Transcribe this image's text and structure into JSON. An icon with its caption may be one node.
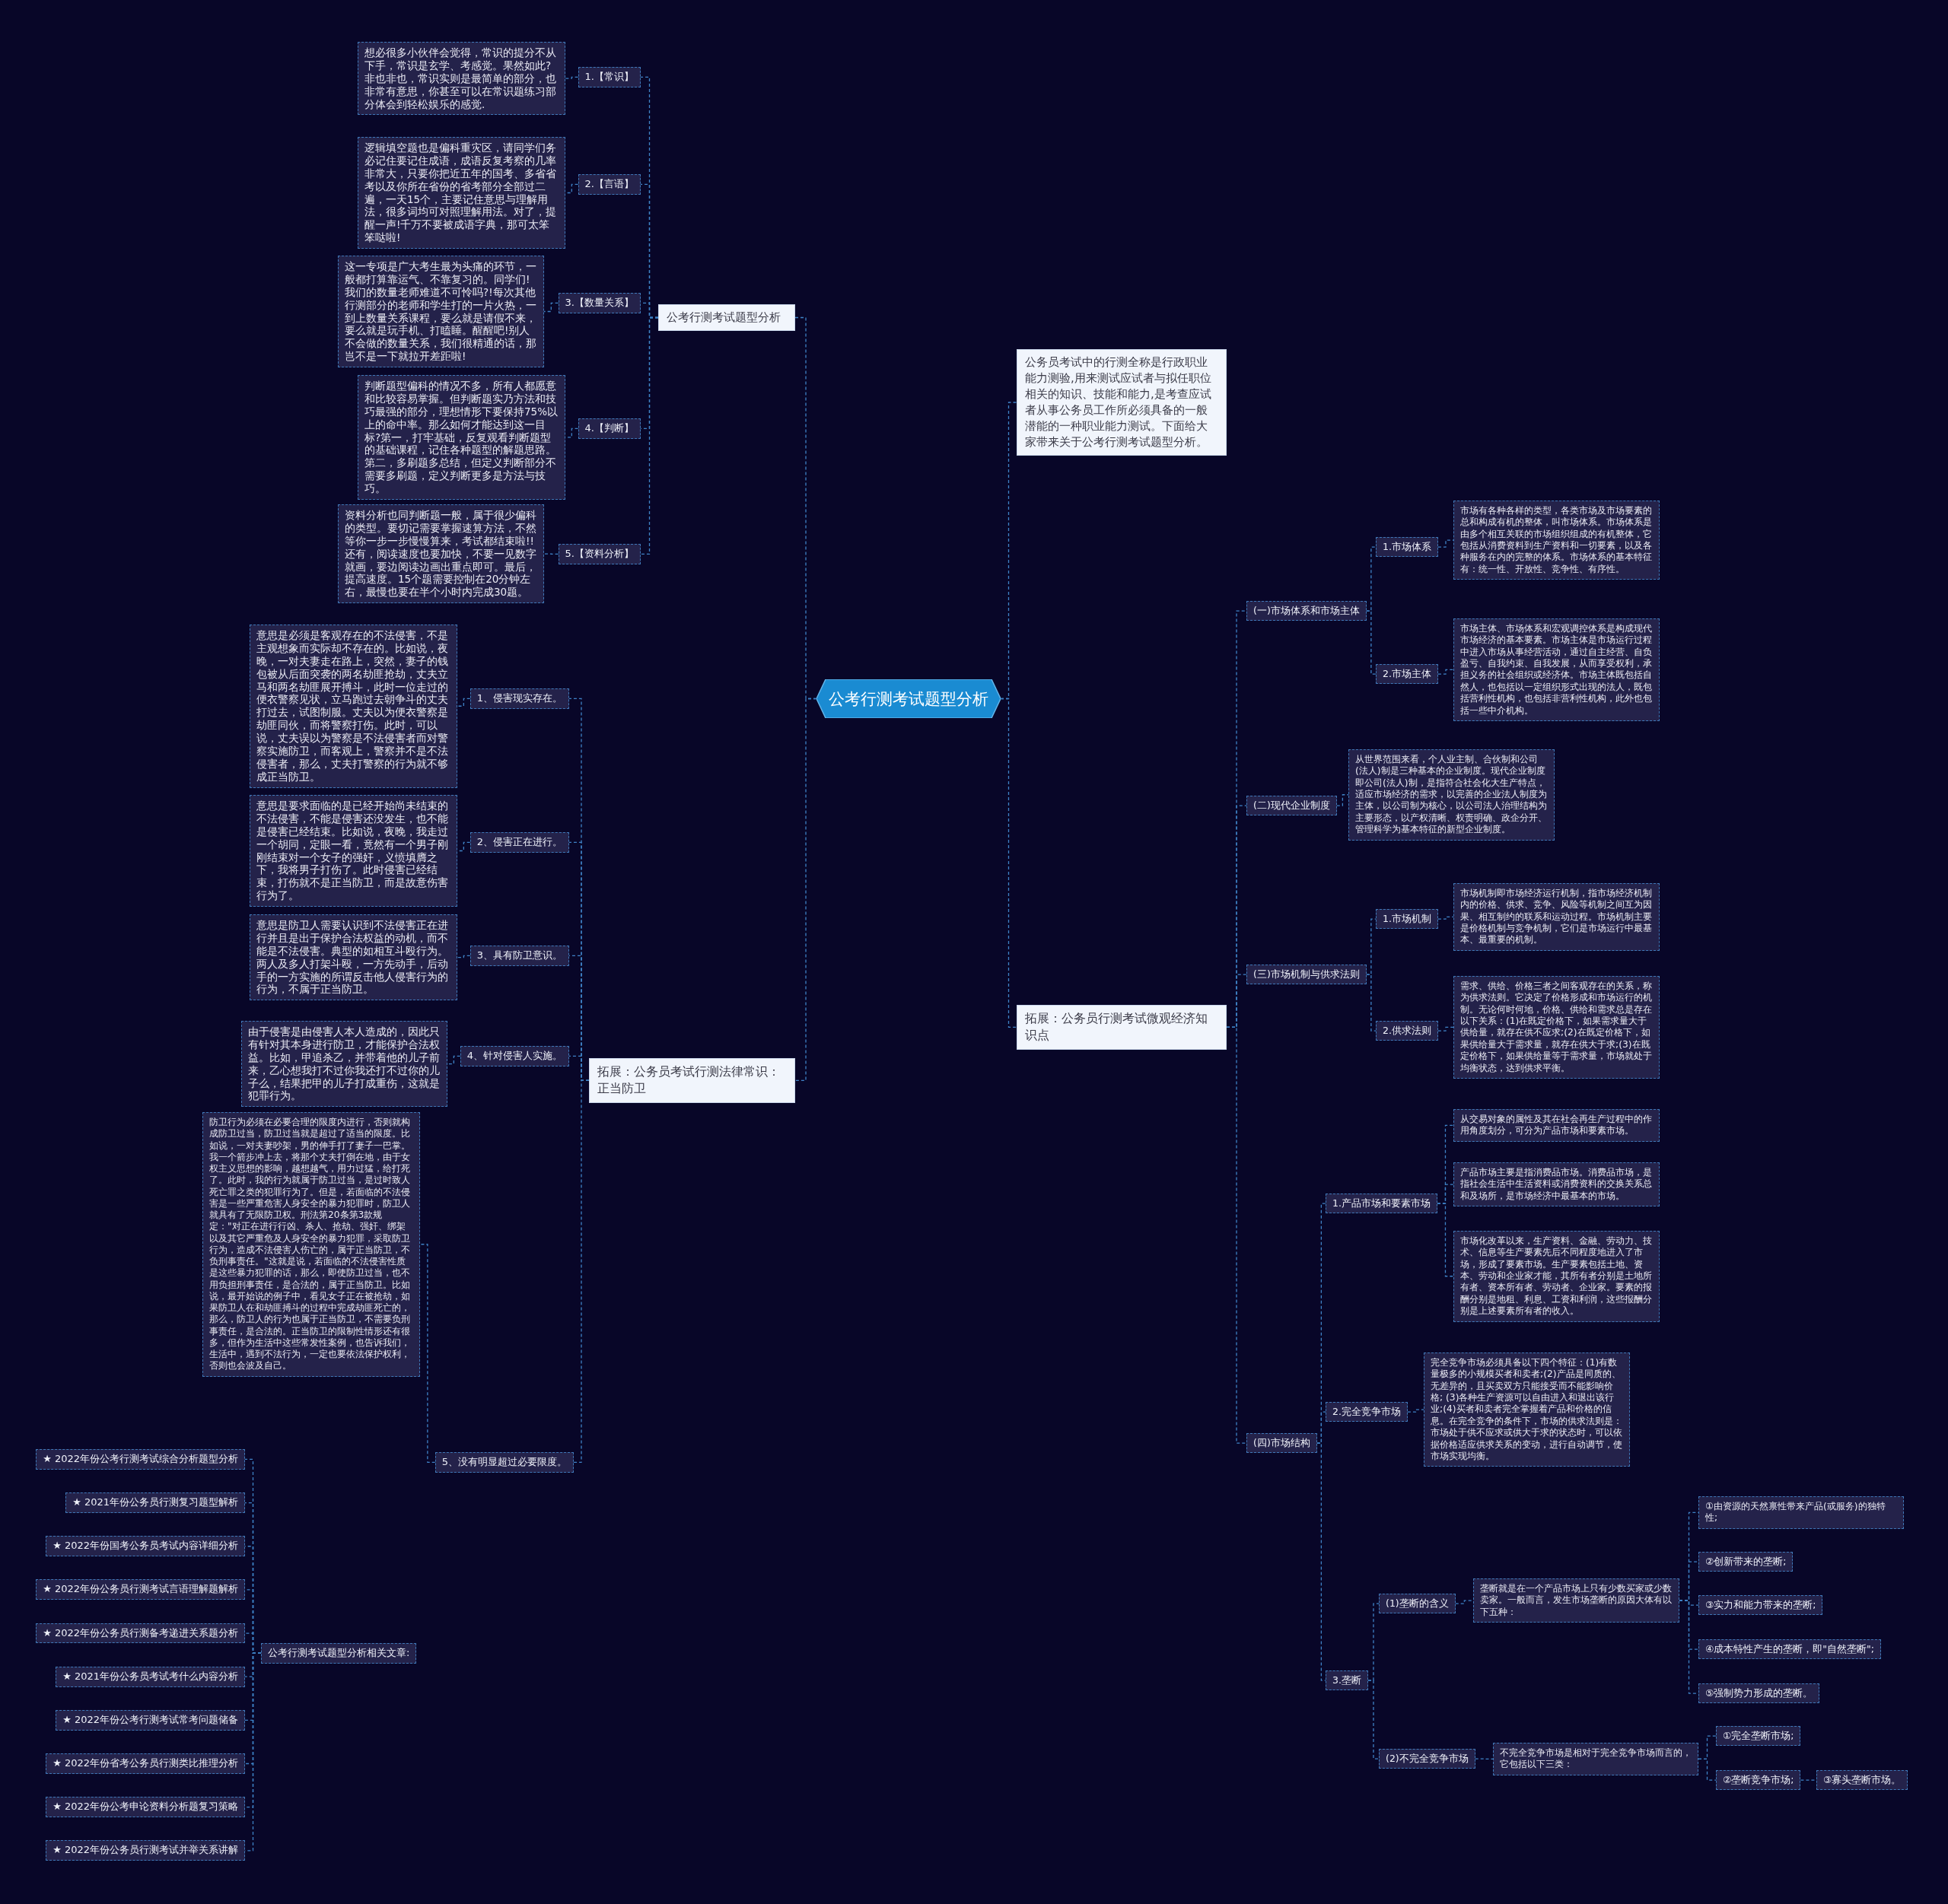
{
  "diagram": {
    "nodes": [
      {
        "text": [
          "公考行测考试题型分析"
        ]
      },
      {
        "text": [
          "公考行测考试题型分析"
        ]
      },
      {
        "text": [
          "1.【常识】"
        ]
      },
      {
        "text": [
          "想必很多小伙伴会觉得，常识的提分不从下手，常识是玄学、考感觉。果然如此?非也非也，常识实则是最简单的部分，也非常有意思，你甚至可以在常识题练习部分体会到轻松娱乐的感觉."
        ]
      },
      {
        "text": [
          "2.【言语】"
        ]
      },
      {
        "text": [
          "逻辑填空题也是偏科重灾区，请同学们务必记住要记住成语，成语反复考察的几率非常大，只要你把近五年的国考、多省省考以及你所在省份的省考部分全部过二遍，一天15个，主要记住意思与理解用法，很多词均可对照理解用法。对了，提醒一声!千万不要被成语字典，那可太笨笨哒啦!"
        ]
      },
      {
        "text": [
          "3.【数量关系】"
        ]
      },
      {
        "text": [
          "这一专项是广大考生最为头痛的环节，一般都打算靠运气、不靠复习的。同学们!我们的数量老师难道不可怜吗?!每次其他行测部分的老师和学生打的一片火热，一到上数量关系课程，要么就是请假不来，要么就是玩手机、打瞌睡。醒醒吧!别人不会做的数量关系，我们很精通的话，那岂不是一下就拉开差距啦!"
        ]
      },
      {
        "text": [
          "4.【判断】"
        ]
      },
      {
        "text": [
          "判断题型偏科的情况不多，所有人都愿意和比较容易掌握。但判断题实乃方法和技巧最强的部分，理想情形下要保持75%以上的命中率。那么如何才能达到这一目标?第一，打牢基础，反复观看判断题型的基础课程，记住各种题型的解题思路。第二，多刷题多总结，但定义判断部分不需要多刷题，定义判断更多是方法与技巧。"
        ]
      },
      {
        "text": [
          "5.【资料分析】"
        ]
      },
      {
        "text": [
          "资料分析也同判断题一般，属于很少偏科的类型。要切记需要掌握速算方法，不然等你一步一步慢慢算来，考试都结束啦!!还有，阅读速度也要加快，不要一见数字就画，要边阅读边画出重点即可。最后，提高速度。15个题需要控制在20分钟左右，最慢也要在半个小时内完成30题。"
        ]
      },
      {
        "text": [
          "拓展：公务员考试行测法律常识：正当防卫"
        ]
      },
      {
        "text": [
          "1、侵害现实存在。"
        ]
      },
      {
        "text": [
          "意思是必须是客观存在的不法侵害，不是主观想象而实际却不存在的。比如说，夜晚，一对夫妻走在路上，突然，妻子的钱包被从后面突袭的两名劫匪抢劫，丈夫立马和两名劫匪展开搏斗，此时一位走过的便衣警察见状，立马跑过去朝争斗的丈夫打过去，试图制服。丈夫以为便衣警察是劫匪同伙，而将警察打伤。此时，可以说，丈夫误以为警察是不法侵害者而对警察实施防卫，而客观上，警察并不是不法侵害者，那么，丈夫打警察的行为就不够成正当防卫。"
        ]
      },
      {
        "text": [
          "2、侵害正在进行。"
        ]
      },
      {
        "text": [
          "意思是要求面临的是已经开始尚未结束的不法侵害，不能是侵害还没发生，也不能是侵害已经结束。比如说，夜晚，我走过一个胡同，定眼一看，竟然有一个男子刚刚结束对一个女子的强奸，义愤填膺之下，我将男子打伤了。此时侵害已经结束，打伤就不是正当防卫，而是故意伤害行为了。"
        ]
      },
      {
        "text": [
          "3、具有防卫意识。"
        ]
      },
      {
        "text": [
          "意思是防卫人需要认识到不法侵害正在进行并且是出于保护合法权益的动机，而不能是不法侵害。典型的如相互斗殴行为。两人及多人打架斗殴，一方先动手，后动手的一方实施的所谓反击他人侵害行为的行为，不属于正当防卫。"
        ]
      },
      {
        "text": [
          "4、针对侵害人实施。"
        ]
      },
      {
        "text": [
          "由于侵害是由侵害人本人造成的，因此只有针对其本身进行防卫，才能保护合法权益。比如，甲追杀乙，并带着他的儿子前来，乙心想我打不过你我还打不过你的儿子么，结果把甲的儿子打成重伤，这就是犯罪行为。"
        ]
      },
      {
        "text": [
          "5、没有明显超过必要限度。"
        ]
      },
      {
        "text": [
          "防卫行为必须在必要合理的限度内进行，否则就构成防卫过当，防卫过当就是超过了适当的限度。比如说，一对夫妻吵架，男的伸手打了妻子一巴掌。我一个箭步冲上去，将那个丈夫打倒在地，由于女权主义思想的影响，越想越气，用力过猛，给打死了。此时，我的行为就属于防卫过当，是过时致人死亡罪之类的犯罪行为了。但是，若面临的不法侵害是一些严重危害人身安全的暴力犯罪时，防卫人就具有了无限防卫权。刑法第20条第3款规定：\"对正在进行行凶、杀人、抢劫、强奸、绑架以及其它严重危及人身安全的暴力犯罪，采取防卫行为，造成不法侵害人伤亡的，属于正当防卫，不负刑事责任。\"这就是说，若面临的不法侵害性质是这些暴力犯罪的话，那么，即使防卫过当，也不用负担刑事责任，是合法的，属于正当防卫。比如说，最开始说的例子中，看见女子正在被抢劫，如果防卫人在和劫匪搏斗的过程中完成劫匪死亡的，那么，防卫人的行为也属于正当防卫，不需要负刑事责任，是合法的。正当防卫的限制性情形还有很多，但作为生活中这些常发性案例，也告诉我们，生活中，遇到不法行为，一定也要依法保护权利，否则也会波及自己。"
        ]
      },
      {
        "text": [
          "公考行测考试题型分析相关文章:"
        ]
      },
      {
        "text": [
          "★ 2022年份公考行测考试综合分析题型分析"
        ]
      },
      {
        "text": [
          "★ 2021年份公务员行测复习题型解析"
        ]
      },
      {
        "text": [
          "★ 2022年份国考公务员考试内容详细分析"
        ]
      },
      {
        "text": [
          "★ 2022年份公务员行测考试言语理解题解析"
        ]
      },
      {
        "text": [
          "★ 2022年份公务员行测备考递进关系题分析"
        ]
      },
      {
        "text": [
          "★ 2021年份公务员考试考什么内容分析"
        ]
      },
      {
        "text": [
          "★ 2022年份公考行测考试常考问题储备"
        ]
      },
      {
        "text": [
          "★ 2022年份省考公务员行测类比推理分析"
        ]
      },
      {
        "text": [
          "★ 2022年份公考申论资料分析题复习策略"
        ]
      },
      {
        "text": [
          "★ 2022年份公务员行测考试并举关系讲解"
        ]
      },
      {
        "text": [
          "公务员考试中的行测全称是行政职业能力测验,用来测试应试者与拟任职位相关的知识、技能和能力,是考查应试者从事公务员工作所必须具备的一般潜能的一种职业能力测试。下面给大家带来关于公考行测考试题型分析。"
        ]
      },
      {
        "text": [
          "拓展：公务员行测考试微观经济知识点"
        ]
      },
      {
        "text": [
          "(一)市场体系和市场主体"
        ]
      },
      {
        "text": [
          "1.市场体系"
        ]
      },
      {
        "text": [
          "市场有各种各样的类型，各类市场及市场要素的总和构成有机的整体，叫市场体系。市场体系是由多个相互关联的市场组织组成的有机整体，它包括从消费资料到生产资料和一切要素，以及各种服务在内的完整的体系。市场体系的基本特征有：统一性、开放性、竞争性、有序性。"
        ]
      },
      {
        "text": [
          "2.市场主体"
        ]
      },
      {
        "text": [
          "市场主体、市场体系和宏观调控体系是构成现代市场经济的基本要素。市场主体是市场运行过程中进入市场从事经营活动，通过自主经营、自负盈亏、自我约束、自我发展，从而享受权利，承担义务的社会组织或经济体。市场主体既包括自然人，也包括以一定组织形式出现的法人，既包括营利性机构，也包括非营利性机构，此外也包括一些中介机构。"
        ]
      },
      {
        "text": [
          "(二)现代企业制度"
        ]
      },
      {
        "text": [
          "从世界范围来看，个人业主制、合伙制和公司(法人)制是三种基本的企业制度。现代企业制度即公司(法人)制，是指符合社会化大生产特点，适应市场经济的需求，以完善的企业法人制度为主体，以公司制为核心，以公司法人治理结构为主要形态，以产权清晰、权责明确、政企分开、管理科学为基本特征的新型企业制度。"
        ]
      },
      {
        "text": [
          "(三)市场机制与供求法则"
        ]
      },
      {
        "text": [
          "1.市场机制"
        ]
      },
      {
        "text": [
          "市场机制即市场经济运行机制，指市场经济机制内的价格、供求、竞争、风险等机制之间互为因果、相互制约的联系和运动过程。市场机制主要是价格机制与竞争机制，它们是市场运行中最基本、最重要的机制。"
        ]
      },
      {
        "text": [
          "2.供求法则"
        ]
      },
      {
        "text": [
          "需求、供给、价格三者之间客观存在的关系，称为供求法则。它决定了价格形成和市场运行的机制。无论何时何地，价格、供给和需求总是存在以下关系：(1)在既定价格下，如果需求量大于供给量，就存在供不应求;(2)在既定价格下，如果供给量大于需求量，就存在供大于求;(3)在既定价格下，如果供给量等于需求量，市场就处于均衡状态，达到供求平衡。"
        ]
      },
      {
        "text": [
          "(四)市场结构"
        ]
      },
      {
        "text": [
          "1.产品市场和要素市场"
        ]
      },
      {
        "text": [
          "从交易对象的属性及其在社会再生产过程中的作用角度划分，可分为产品市场和要素市场。"
        ]
      },
      {
        "text": [
          "产品市场主要是指消费品市场。消费品市场，是指社会生活中生活资料或消费资料的交换关系总和及场所，是市场经济中最基本的市场。"
        ]
      },
      {
        "text": [
          "市场化改革以来，生产资料、金融、劳动力、技术、信息等生产要素先后不同程度地进入了市场，形成了要素市场。生产要素包括土地、资本、劳动和企业家才能，其所有者分别是土地所有者、资本所有者、劳动者、企业家。要素的报酬分别是地租、利息、工资和利润，这些报酬分别是上述要素所有者的收入。"
        ]
      },
      {
        "text": [
          "2.完全竞争市场"
        ]
      },
      {
        "text": [
          "完全竞争市场必须具备以下四个特征：(1)有数量极多的小规模买者和卖者;(2)产品是同质的、无差异的，且买卖双方只能接受而不能影响价格; (3)各种生产资源可以自由进入和退出该行业;(4)买者和卖者完全掌握着产品和价格的信息。在完全竞争的条件下，市场的供求法则是：市场处于供不应求或供大于求的状态时，可以依据价格适应供求关系的变动，进行自动调节，使市场实现均衡。"
        ]
      },
      {
        "text": [
          "3.垄断"
        ]
      },
      {
        "text": [
          "(1)垄断的含义"
        ]
      },
      {
        "text": [
          "垄断就是在一个产品市场上只有少数买家或少数卖家。一般而言，发生市场垄断的原因大体有以下五种："
        ]
      },
      {
        "text": [
          "①由资源的天然禀性带来产品(或服务)的独特性;"
        ]
      },
      {
        "text": [
          "②创新带来的垄断;"
        ]
      },
      {
        "text": [
          "③实力和能力带来的垄断;"
        ]
      },
      {
        "text": [
          "④成本特性产生的垄断，即\"自然垄断\";"
        ]
      },
      {
        "text": [
          "⑤强制势力形成的垄断。"
        ]
      },
      {
        "text": [
          "(2)不完全竞争市场"
        ]
      },
      {
        "text": [
          "不完全竞争市场是相对于完全竞争市场而言的，它包括以下三类："
        ]
      },
      {
        "text": [
          "①完全垄断市场;"
        ]
      },
      {
        "text": [
          "②垄断竞争市场;"
        ]
      },
      {
        "text": [
          "③寡头垄断市场。"
        ]
      }
    ],
    "edges": [
      {
        "from": 0,
        "to": 1,
        "arrow": "none"
      },
      {
        "from": 1,
        "to": 2,
        "arrow": "none"
      },
      {
        "from": 2,
        "to": 3,
        "arrow": "none"
      },
      {
        "from": 1,
        "to": 4,
        "arrow": "none"
      },
      {
        "from": 4,
        "to": 5,
        "arrow": "none"
      },
      {
        "from": 1,
        "to": 6,
        "arrow": "none"
      },
      {
        "from": 6,
        "to": 7,
        "arrow": "none"
      },
      {
        "from": 1,
        "to": 8,
        "arrow": "none"
      },
      {
        "from": 8,
        "to": 9,
        "arrow": "none"
      },
      {
        "from": 1,
        "to": 10,
        "arrow": "none"
      },
      {
        "from": 10,
        "to": 11,
        "arrow": "none"
      },
      {
        "from": 0,
        "to": 12,
        "arrow": "none"
      },
      {
        "from": 12,
        "to": 13,
        "arrow": "none"
      },
      {
        "from": 13,
        "to": 14,
        "arrow": "none"
      },
      {
        "from": 12,
        "to": 15,
        "arrow": "none"
      },
      {
        "from": 15,
        "to": 16,
        "arrow": "none"
      },
      {
        "from": 12,
        "to": 17,
        "arrow": "none"
      },
      {
        "from": 17,
        "to": 18,
        "arrow": "none"
      },
      {
        "from": 12,
        "to": 19,
        "arrow": "none"
      },
      {
        "from": 19,
        "to": 20,
        "arrow": "none"
      },
      {
        "from": 12,
        "to": 21,
        "arrow": "none"
      },
      {
        "from": 21,
        "to": 22,
        "arrow": "none"
      },
      {
        "from": 23,
        "to": 24,
        "arrow": "none"
      },
      {
        "from": 23,
        "to": 25,
        "arrow": "none"
      },
      {
        "from": 23,
        "to": 26,
        "arrow": "none"
      },
      {
        "from": 23,
        "to": 27,
        "arrow": "none"
      },
      {
        "from": 23,
        "to": 28,
        "arrow": "none"
      },
      {
        "from": 23,
        "to": 29,
        "arrow": "none"
      },
      {
        "from": 23,
        "to": 30,
        "arrow": "none"
      },
      {
        "from": 23,
        "to": 31,
        "arrow": "none"
      },
      {
        "from": 23,
        "to": 32,
        "arrow": "none"
      },
      {
        "from": 23,
        "to": 33,
        "arrow": "none"
      },
      {
        "from": 0,
        "to": 34,
        "arrow": "none"
      },
      {
        "from": 0,
        "to": 35,
        "arrow": "none"
      },
      {
        "from": 35,
        "to": 36,
        "arrow": "none"
      },
      {
        "from": 36,
        "to": 37,
        "arrow": "none"
      },
      {
        "from": 37,
        "to": 38,
        "arrow": "none"
      },
      {
        "from": 36,
        "to": 39,
        "arrow": "none"
      },
      {
        "from": 39,
        "to": 40,
        "arrow": "none"
      },
      {
        "from": 35,
        "to": 41,
        "arrow": "none"
      },
      {
        "from": 41,
        "to": 42,
        "arrow": "none"
      },
      {
        "from": 35,
        "to": 43,
        "arrow": "none"
      },
      {
        "from": 43,
        "to": 44,
        "arrow": "none"
      },
      {
        "from": 44,
        "to": 45,
        "arrow": "none"
      },
      {
        "from": 43,
        "to": 46,
        "arrow": "none"
      },
      {
        "from": 46,
        "to": 47,
        "arrow": "none"
      },
      {
        "from": 35,
        "to": 48,
        "arrow": "none"
      },
      {
        "from": 48,
        "to": 49,
        "arrow": "none"
      },
      {
        "from": 49,
        "to": 50,
        "arrow": "none"
      },
      {
        "from": 49,
        "to": 51,
        "arrow": "none"
      },
      {
        "from": 49,
        "to": 52,
        "arrow": "none"
      },
      {
        "from": 48,
        "to": 53,
        "arrow": "none"
      },
      {
        "from": 53,
        "to": 54,
        "arrow": "none"
      },
      {
        "from": 48,
        "to": 55,
        "arrow": "none"
      },
      {
        "from": 55,
        "to": 56,
        "arrow": "none"
      },
      {
        "from": 56,
        "to": 57,
        "arrow": "none"
      },
      {
        "from": 57,
        "to": 58,
        "arrow": "none"
      },
      {
        "from": 57,
        "to": 59,
        "arrow": "none"
      },
      {
        "from": 57,
        "to": 60,
        "arrow": "none"
      },
      {
        "from": 57,
        "to": 61,
        "arrow": "none"
      },
      {
        "from": 57,
        "to": 62,
        "arrow": "none"
      },
      {
        "from": 55,
        "to": 63,
        "arrow": "none"
      },
      {
        "from": 63,
        "to": 64,
        "arrow": "none"
      },
      {
        "from": 64,
        "to": 65,
        "arrow": "none"
      },
      {
        "from": 64,
        "to": 66,
        "arrow": "none"
      },
      {
        "from": 66,
        "to": 67,
        "arrow": "none"
      }
    ]
  }
}
